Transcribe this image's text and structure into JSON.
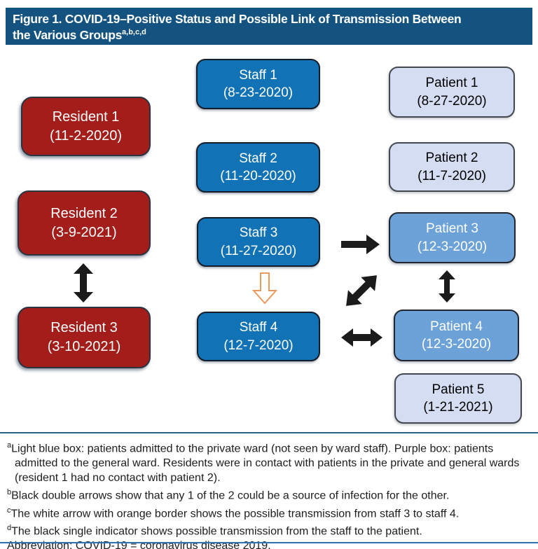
{
  "figure": {
    "title_line1": "Figure 1. COVID-19–Positive Status and Possible Link of Transmission Between",
    "title_line2": "the Various Groups",
    "title_superscript": "a,b,c,d"
  },
  "nodes": {
    "residents": [
      {
        "name": "Resident 1",
        "date": "(11-2-2020)"
      },
      {
        "name": "Resident 2",
        "date": "(3-9-2021)"
      },
      {
        "name": "Resident 3",
        "date": "(3-10-2021)"
      }
    ],
    "staff": [
      {
        "name": "Staff 1",
        "date": "(8-23-2020)"
      },
      {
        "name": "Staff 2",
        "date": "(11-20-2020)"
      },
      {
        "name": "Staff 3",
        "date": "(11-27-2020)"
      },
      {
        "name": "Staff 4",
        "date": "(12-7-2020)"
      }
    ],
    "patients": [
      {
        "name": "Patient 1",
        "date": "(8-27-2020)",
        "ward": "general"
      },
      {
        "name": "Patient 2",
        "date": "(11-7-2020)",
        "ward": "general"
      },
      {
        "name": "Patient 3",
        "date": "(12-3-2020)",
        "ward": "private"
      },
      {
        "name": "Patient 4",
        "date": "(12-3-2020)",
        "ward": "private"
      },
      {
        "name": "Patient 5",
        "date": "(1-21-2021)",
        "ward": "general"
      }
    ]
  },
  "connections": [
    {
      "from": "Resident 2",
      "to": "Resident 3",
      "type": "black-double-arrow"
    },
    {
      "from": "Staff 3",
      "to": "Patient 3",
      "type": "black-single-arrow"
    },
    {
      "from": "Staff 3",
      "to": "Staff 4",
      "type": "white-arrow-orange-border"
    },
    {
      "from": "Staff 4",
      "to": "Patient 3",
      "type": "black-double-arrow"
    },
    {
      "from": "Staff 4",
      "to": "Patient 4",
      "type": "black-double-arrow"
    },
    {
      "from": "Patient 3",
      "to": "Patient 4",
      "type": "black-double-arrow"
    }
  ],
  "footnotes": [
    {
      "marker": "a",
      "text": "Light blue box: patients admitted to the private ward (not seen by ward staff). Purple box: patients admitted to the general ward. Residents were in contact with patients in the private and general wards (resident 1 had no contact with patient 2)."
    },
    {
      "marker": "b",
      "text": "Black double arrows show that any 1 of the 2 could be a source of infection for the other."
    },
    {
      "marker": "c",
      "text": "The white arrow with orange border shows the possible transmission from staff 3 to staff 4."
    },
    {
      "marker": "d",
      "text": "The black single indicator shows possible transmission from the staff to the patient."
    }
  ],
  "abbreviation": "Abbreviation: COVID-19 = coronavirus disease 2019.",
  "colors": {
    "title_bar": "#14537F",
    "resident_box": "#A31D1A",
    "staff_box": "#1172B5",
    "patient_private_box": "#6CA2D8",
    "patient_general_box": "#D4DDF1",
    "arrow_black": "#1b1b1b",
    "arrow_orange_border": "#E89A5F",
    "rule_top": "#2A6186",
    "rule_bottom": "#2E74B5"
  }
}
